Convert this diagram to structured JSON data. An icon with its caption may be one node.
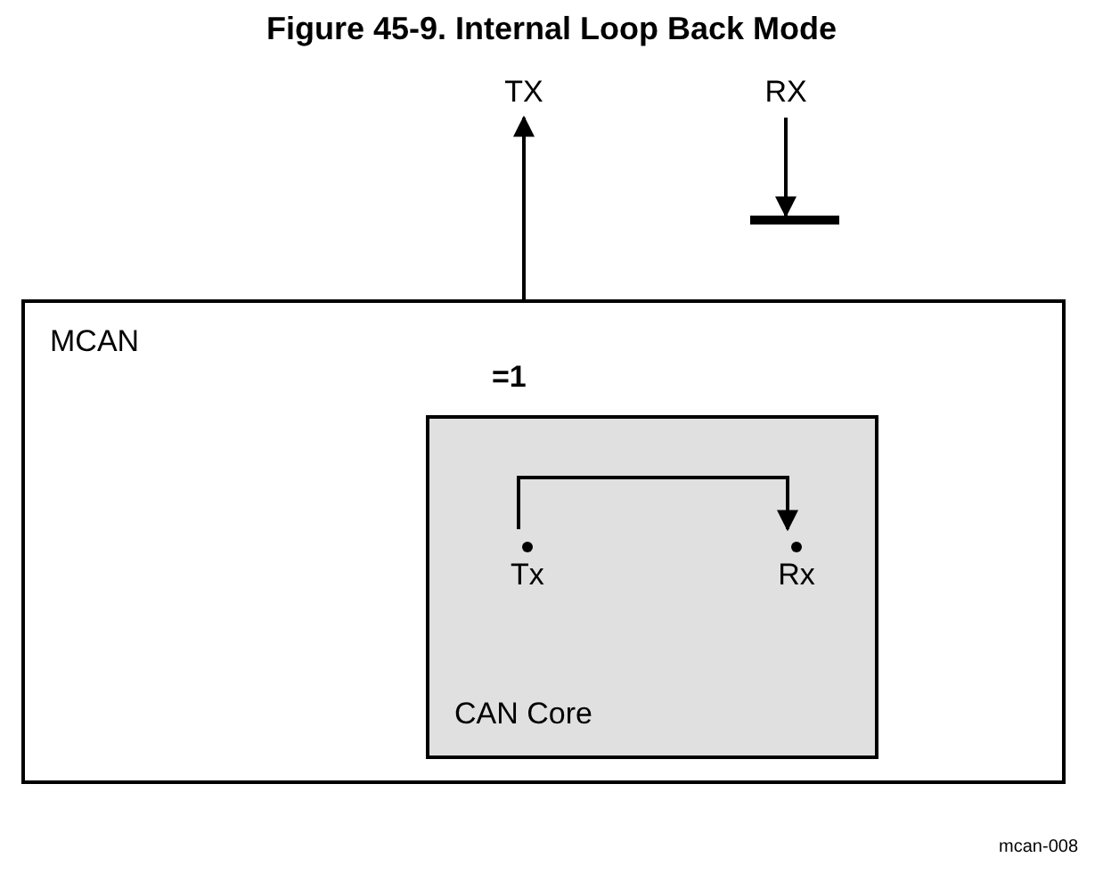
{
  "diagram": {
    "title": "Figure 45-9. Internal Loop Back Mode",
    "nodes": [
      {
        "text": [
          "MCAN"
        ]
      },
      {
        "text": [
          "CAN Core"
        ],
        "in": 0
      },
      {
        "text": [
          "Tx"
        ],
        "in": 1
      },
      {
        "text": [
          "Rx"
        ],
        "in": 1
      },
      {
        "text": [
          "TX"
        ]
      },
      {
        "text": [
          "RX"
        ]
      },
      {
        "text": [],
        "shape": "bar"
      }
    ],
    "edges": [
      {
        "from": 0,
        "to": 4,
        "arrow": "to",
        "label": "=1"
      },
      {
        "from": 5,
        "to": 6,
        "arrow": "to"
      },
      {
        "from": 2,
        "to": 3,
        "arrow": "to"
      }
    ],
    "labels": [
      "mcan-008"
    ]
  }
}
